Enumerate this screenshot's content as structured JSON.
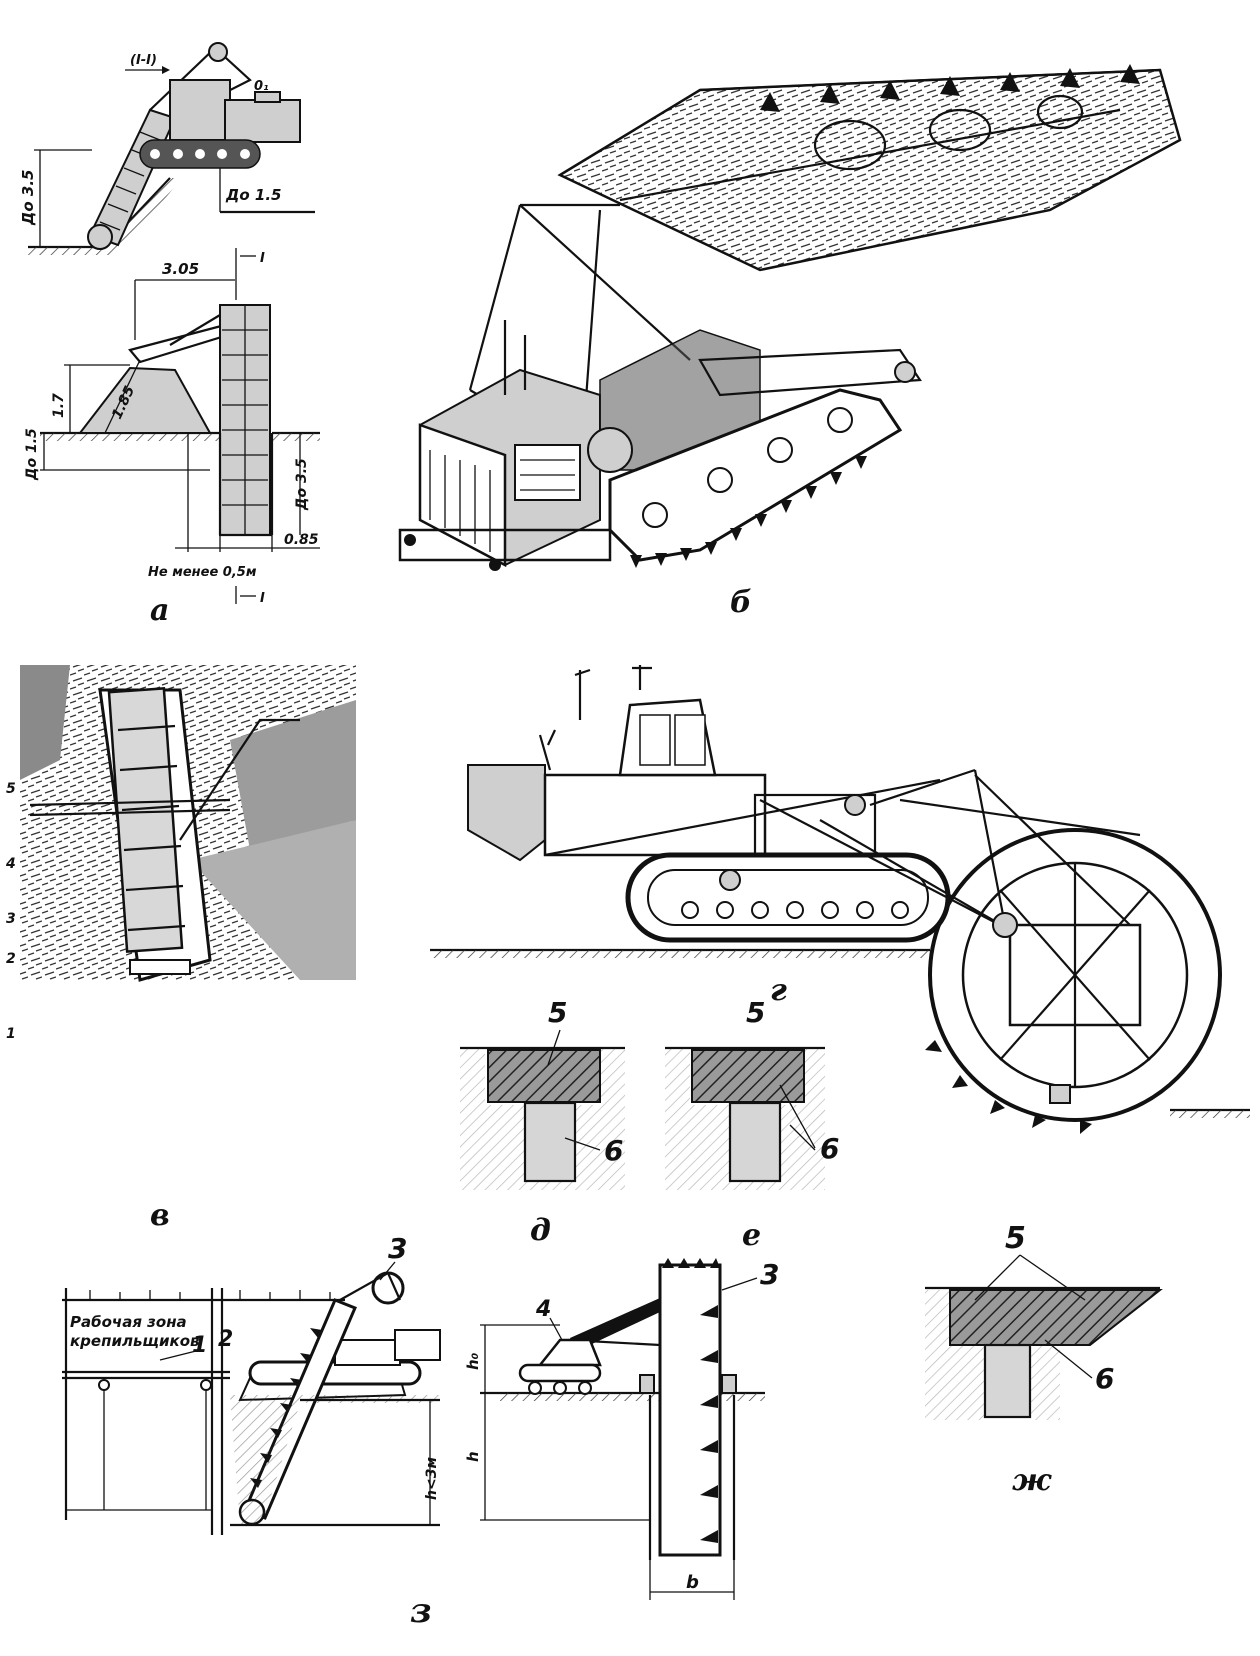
{
  "panels": {
    "a": {
      "label": "а",
      "dims": {
        "top_depth": "До 3.5",
        "top_step": "До 1.5",
        "top_boom": "(I-I)",
        "top_marker": "0₁",
        "width": "3.05",
        "section_mark_top": "I",
        "section_mark_bottom": "I",
        "h_17": "1.7",
        "h_185": "1.85",
        "left_depth": "До 1.5",
        "right_depth": "До 3.5",
        "bottom_width": "0.85",
        "min_note": "Не менее 0,5м"
      }
    },
    "b": {
      "label": "б"
    },
    "v": {
      "label": "в",
      "side_numbers": [
        "5",
        "4",
        "3",
        "2",
        "1"
      ]
    },
    "g": {
      "label": "г"
    },
    "d": {
      "label": "д",
      "num_top": "5",
      "num_bottom": "6"
    },
    "e": {
      "label": "е",
      "num_top": "5",
      "num_bottom": "6"
    },
    "zh": {
      "label": "ж",
      "num_top": "5",
      "num_bottom": "6"
    },
    "z": {
      "label": "з",
      "zone_line1": "Рабочая зона",
      "zone_line2": "крепильщиков",
      "n1": "1",
      "n2": "2",
      "n3": "3",
      "n3b": "3",
      "n4": "4",
      "depth_left": "h<3м",
      "h0": "h₀",
      "h": "h",
      "b": "b"
    }
  }
}
